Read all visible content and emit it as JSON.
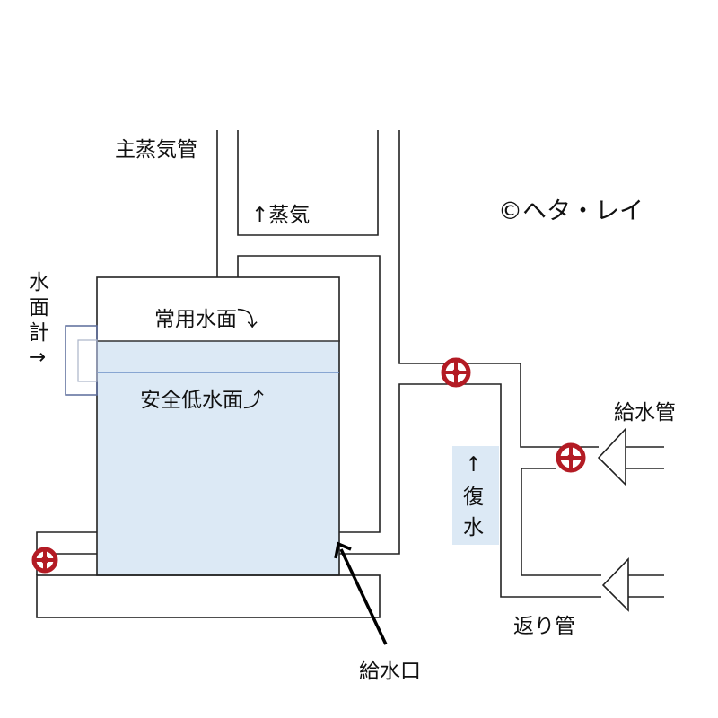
{
  "labels": {
    "main_steam_pipe": "主蒸気管",
    "steam": "↑蒸気",
    "copyright": "©ヘタ・レイ",
    "gauge_chars": [
      "水",
      "面",
      "計",
      "→"
    ],
    "normal_water_level": "常用水面⤵",
    "safe_low_water_level": "安全低水面⤴",
    "condensate_chars": [
      "↑",
      "復",
      "水"
    ],
    "feed_pipe": "給水管",
    "return_pipe": "返り管",
    "feed_inlet": "給水口"
  },
  "colors": {
    "water": "#dce9f5",
    "valve": "#b31b24",
    "gauge": "#5a6b9a",
    "low_level_line": "#6d8fc7"
  }
}
